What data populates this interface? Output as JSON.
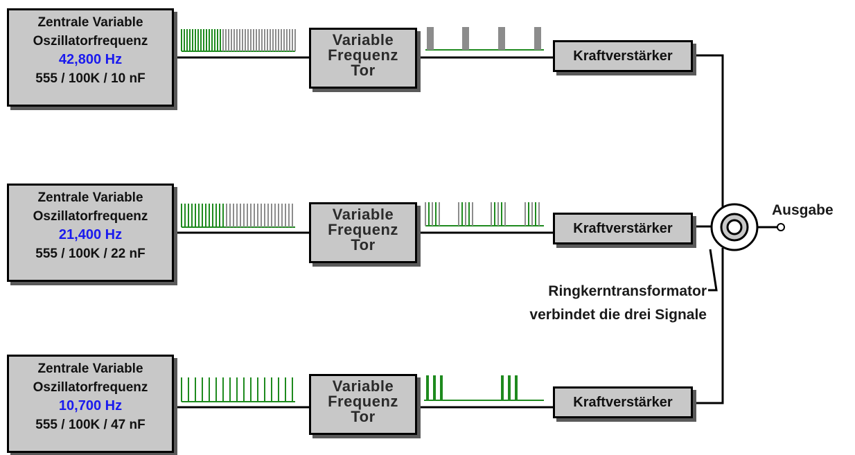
{
  "channels": [
    {
      "oscillator": {
        "title_line1": "Zentrale Variable",
        "title_line2": "Oszillatorfrequenz",
        "frequency": "42,800 Hz",
        "components": "555 / 100K / 10 nF"
      },
      "gate": {
        "line1": "Variable",
        "line2": "Frequenz",
        "line3": "Tor"
      },
      "amplifier": "Kraftverstärker"
    },
    {
      "oscillator": {
        "title_line1": "Zentrale Variable",
        "title_line2": "Oszillatorfrequenz",
        "frequency": "21,400 Hz",
        "components": "555 / 100K / 22 nF"
      },
      "gate": {
        "line1": "Variable",
        "line2": "Frequenz",
        "line3": "Tor"
      },
      "amplifier": "Kraftverstärker"
    },
    {
      "oscillator": {
        "title_line1": "Zentrale Variable",
        "title_line2": "Oszillatorfrequenz",
        "frequency": "10,700 Hz",
        "components": "555 / 100K /  47 nF"
      },
      "gate": {
        "line1": "Variable",
        "line2": "Frequenz",
        "line3": "Tor"
      },
      "amplifier": "Kraftverstärker"
    }
  ],
  "transformer": {
    "label_line1": "Ringkerntransformator",
    "label_line2": "verbindet die drei Signale"
  },
  "output": {
    "label": "Ausgabe"
  },
  "colors": {
    "box_fill": "#c8c8c8",
    "frequency_text": "#1a1aee",
    "pulse_green": "#1e8a1e",
    "pulse_gray": "#8c8c8c",
    "wire": "#000000"
  }
}
